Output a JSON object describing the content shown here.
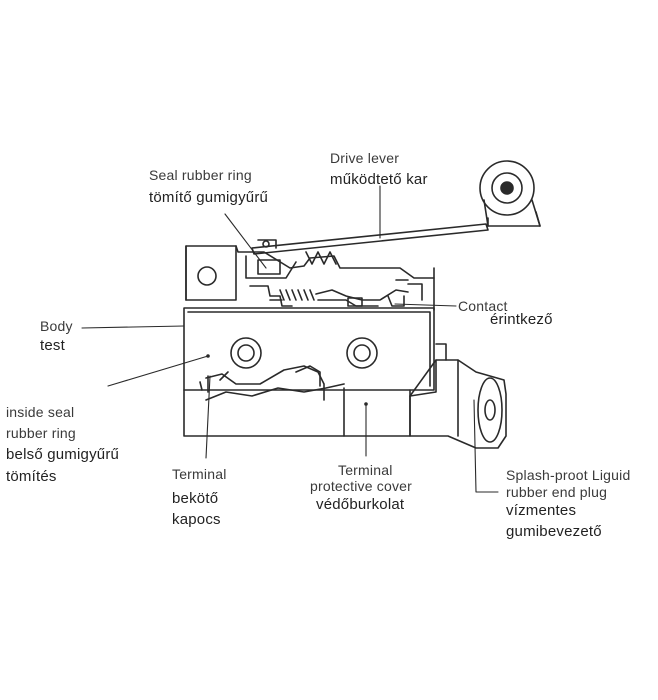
{
  "colors": {
    "line": "#2a2a2a",
    "text": "#2b2b2b",
    "background": "#ffffff"
  },
  "labels": {
    "drive_lever": {
      "en": "Drive lever",
      "hu": "működtető kar"
    },
    "seal_ring": {
      "en": "Seal rubber ring",
      "hu": "tömítő gumigyűrű"
    },
    "contact": {
      "en": "Contact",
      "hu": "érintkező"
    },
    "body": {
      "en": "Body",
      "hu": "test"
    },
    "inside_seal": {
      "en1": "inside seal",
      "en2": "rubber ring",
      "hu1": "belső gumigyűrű",
      "hu2": "tömítés"
    },
    "terminal": {
      "en": "Terminal",
      "hu1": "bekötő",
      "hu2": "kapocs"
    },
    "terminal_cover": {
      "en1": "Terminal",
      "en2": "protective cover",
      "hu": "védőburkolat"
    },
    "end_plug": {
      "en1": "Splash-proot Liguid",
      "en2": "rubber end plug",
      "hu1": "vízmentes",
      "hu2": "gumibevezető"
    }
  }
}
